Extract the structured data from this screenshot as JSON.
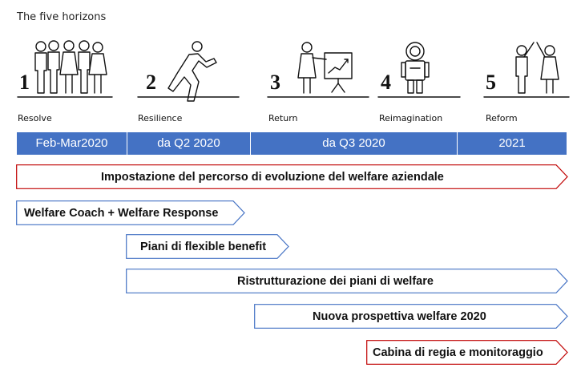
{
  "title": "The five horizons",
  "horizons": [
    {
      "number": "1",
      "label": "Resolve",
      "icon": "group-of-people-icon"
    },
    {
      "number": "2",
      "label": "Resilience",
      "icon": "running-person-icon"
    },
    {
      "number": "3",
      "label": "Return",
      "icon": "presenter-board-icon"
    },
    {
      "number": "4",
      "label": "Reimagination",
      "icon": "astronaut-icon"
    },
    {
      "number": "5",
      "label": "Reform",
      "icon": "high-five-icon"
    }
  ],
  "timeline": [
    "Feb-Mar2020",
    "da Q2 2020",
    "da Q3 2020",
    "2021"
  ],
  "initiatives": [
    "Impostazione del percorso di evoluzione del welfare aziendale",
    "Welfare Coach + Welfare Response",
    "Piani di flexible benefit",
    "Ristrutturazione dei piani di welfare",
    "Nuova prospettiva welfare 2020",
    "Cabina di regia e monitoraggio"
  ],
  "colors": {
    "timeline_bar": "#4472c4",
    "red_outline": "#c00000",
    "blue_outline": "#4472c4",
    "text": "#111111"
  }
}
